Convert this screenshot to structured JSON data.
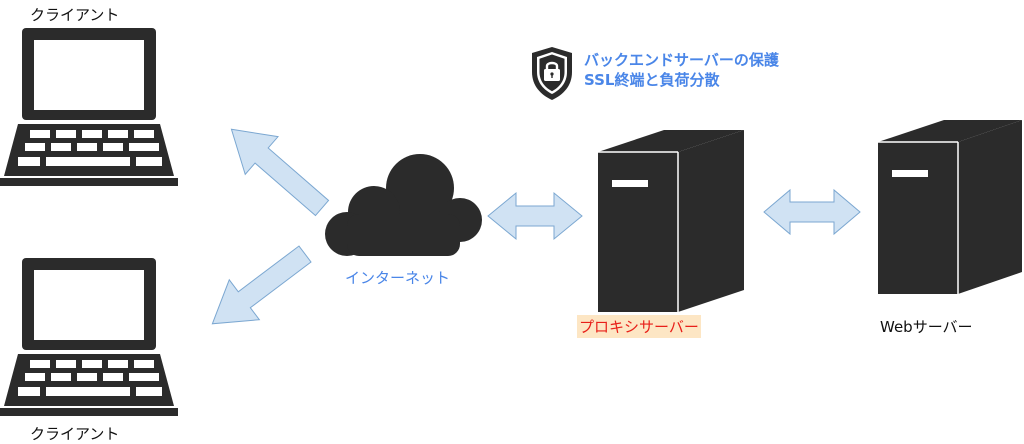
{
  "clients": [
    {
      "label": "クライアント"
    },
    {
      "label": "クライアント"
    }
  ],
  "internet": {
    "label": "インターネット"
  },
  "proxy": {
    "label": "プロキシサーバー",
    "features": [
      "バックエンドサーバーの保護",
      "SSL終端と負荷分散"
    ]
  },
  "web_server": {
    "label": "Webサーバー"
  },
  "colors": {
    "device": "#2b2b2b",
    "arrow_fill": "#d0e2f3",
    "arrow_stroke": "#7ba7d1",
    "accent_blue": "#4a86e8",
    "proxy_text": "#e8201a",
    "proxy_highlight": "#fde6c4"
  }
}
